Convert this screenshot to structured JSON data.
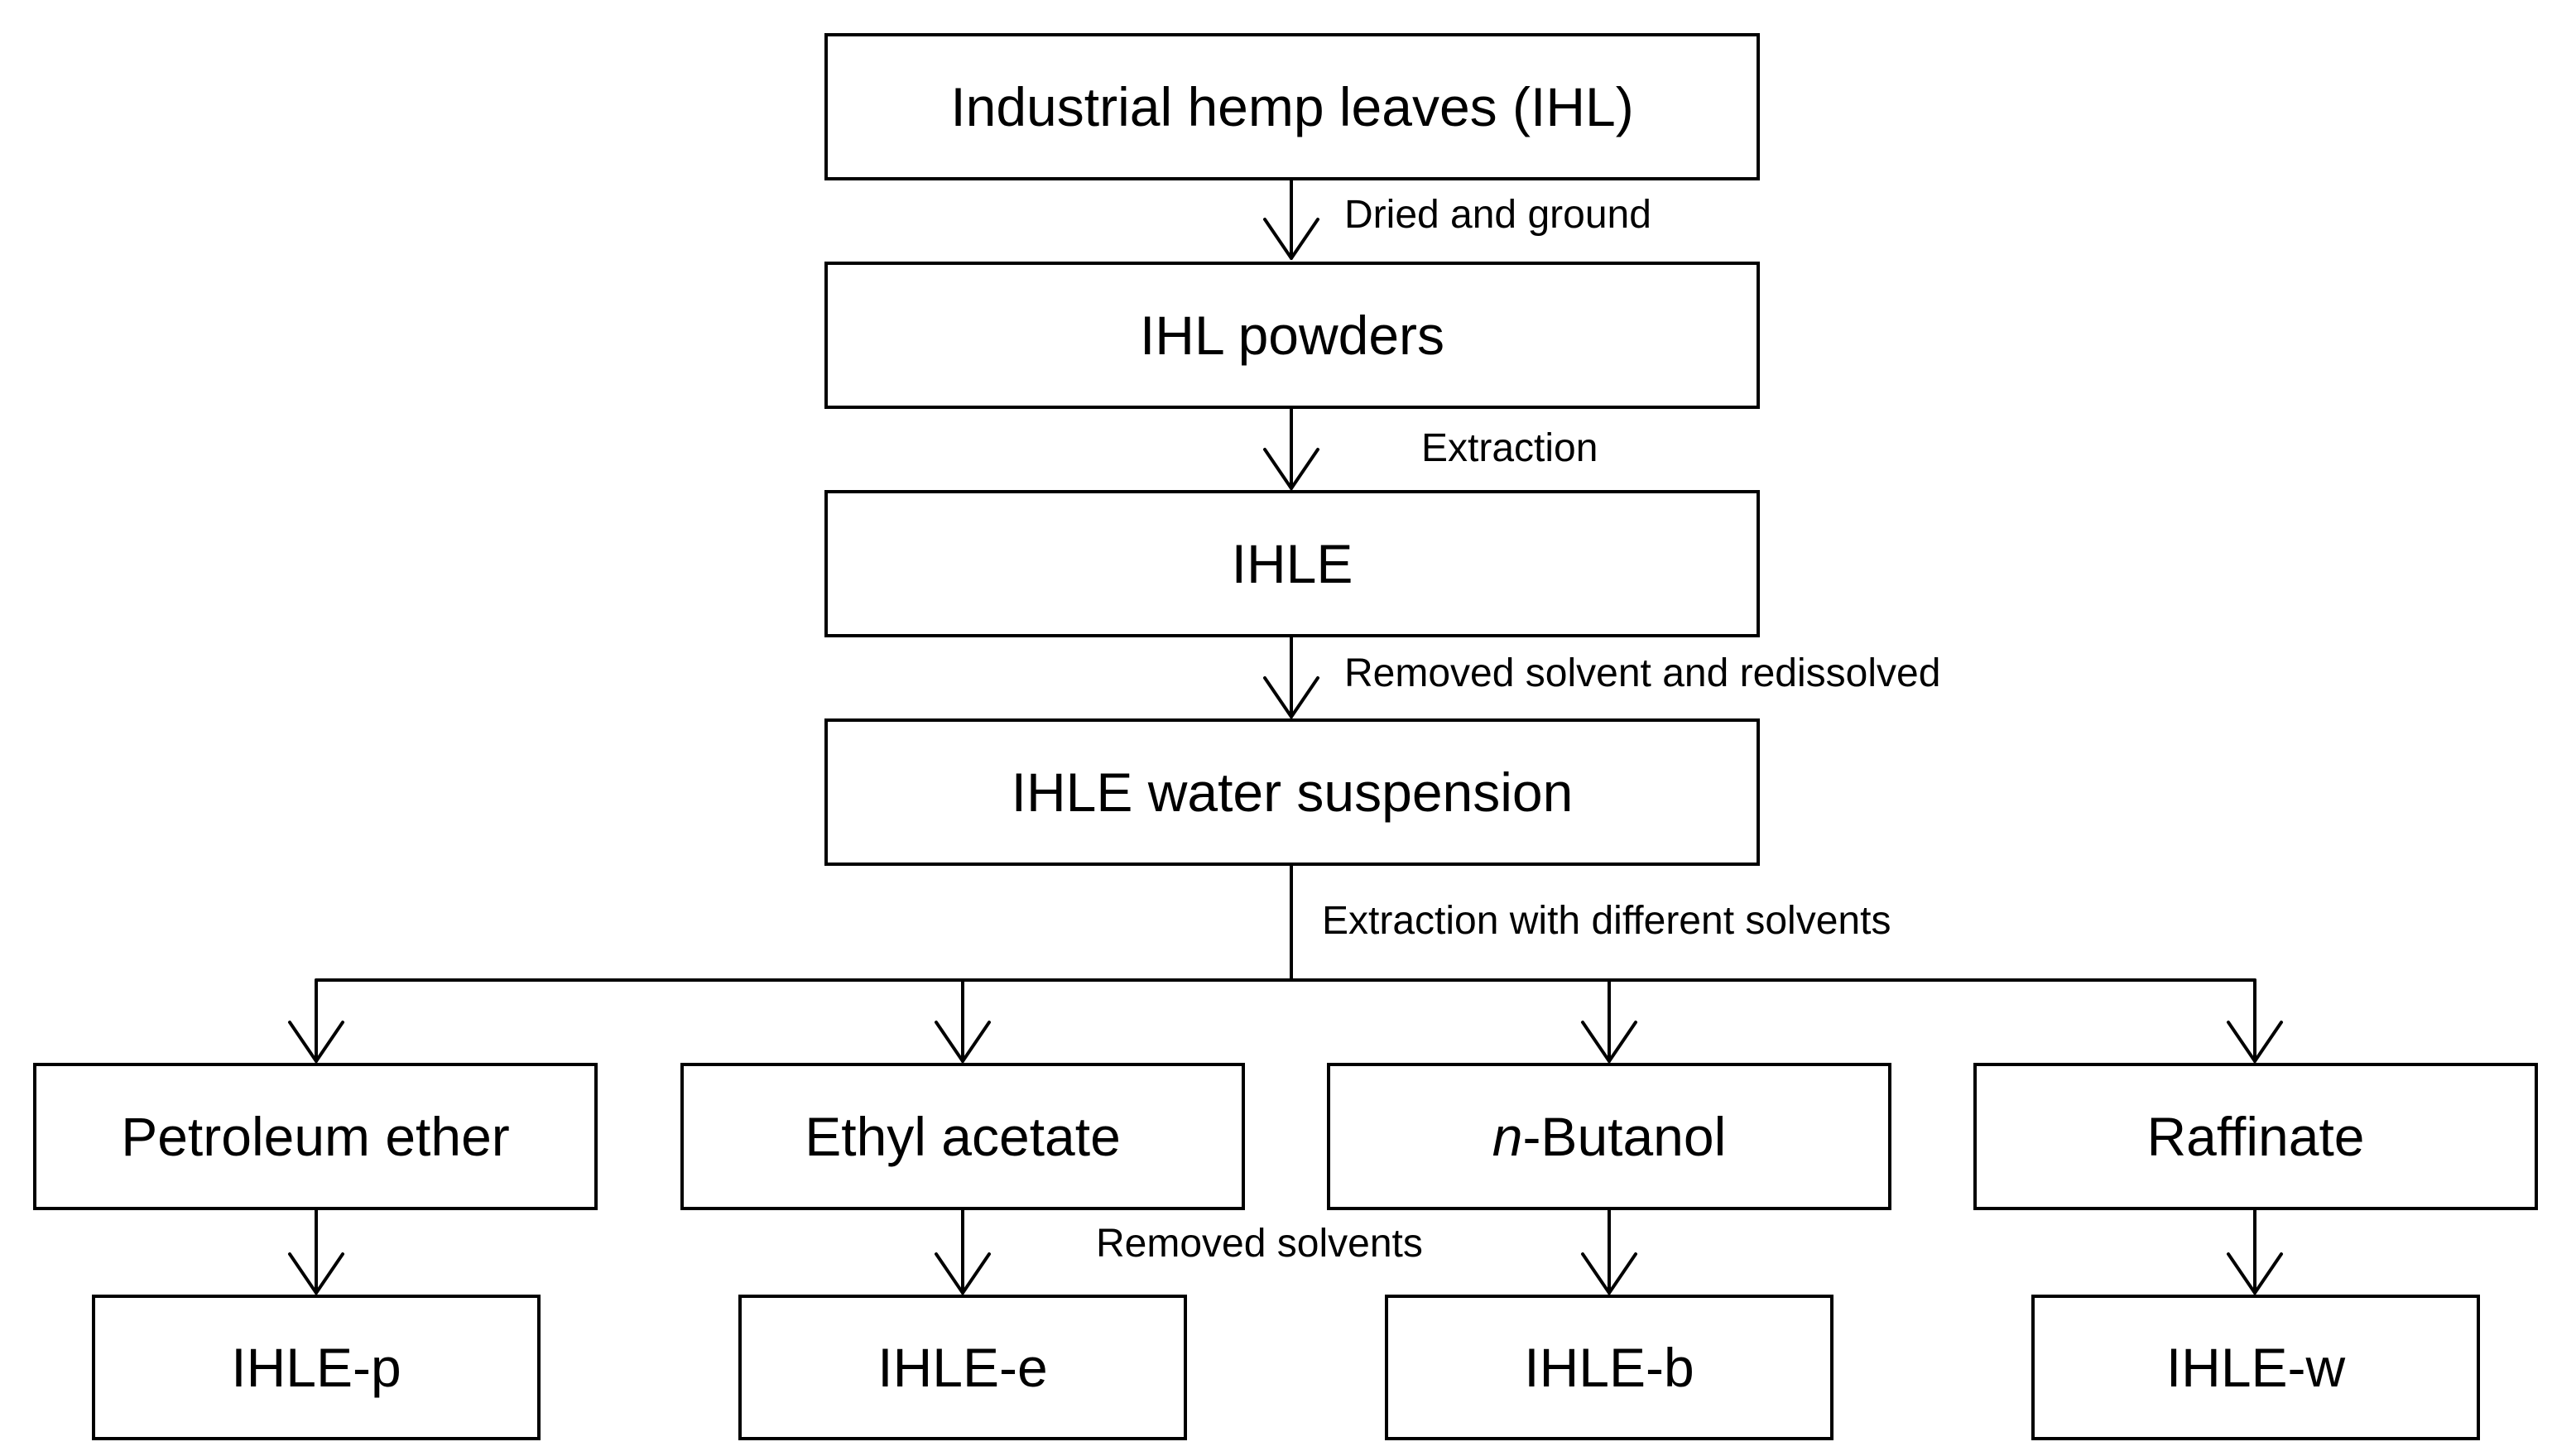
{
  "boxes": {
    "ihl": "Industrial hemp leaves (IHL)",
    "powders": "IHL powders",
    "ihle": "IHLE",
    "suspension": "IHLE water suspension",
    "petroleum": "Petroleum ether",
    "ethyl": "Ethyl acetate",
    "butanol_prefix": "n",
    "butanol_rest": "-Butanol",
    "raffinate": "Raffinate",
    "ihle_p": "IHLE-p",
    "ihle_e": "IHLE-e",
    "ihle_b": "IHLE-b",
    "ihle_w": "IHLE-w"
  },
  "steps": {
    "dried": "Dried and ground",
    "extraction": "Extraction",
    "removed_redissolved": "Removed solvent and redissolved",
    "different_solvents": "Extraction with different solvents",
    "removed_solvents": "Removed solvents"
  }
}
